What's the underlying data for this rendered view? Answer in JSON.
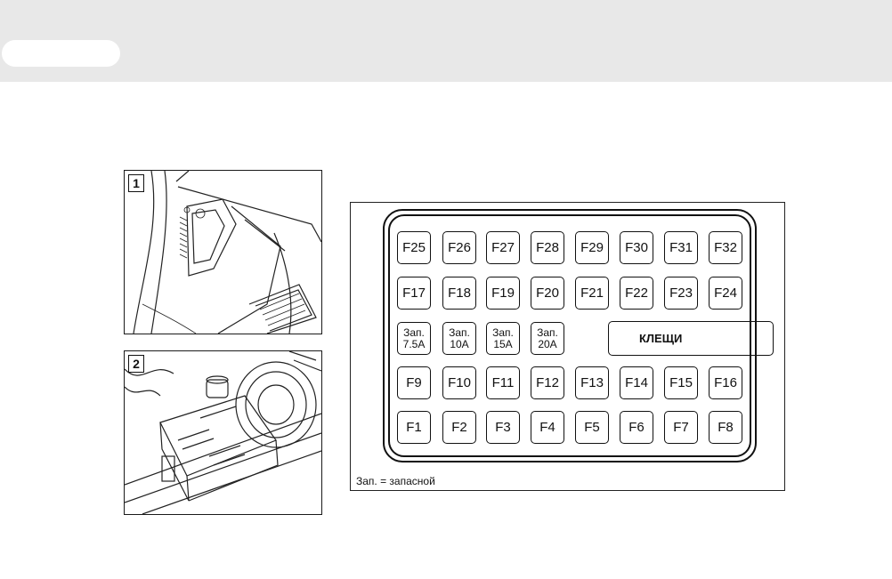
{
  "photos": [
    {
      "number": "1"
    },
    {
      "number": "2"
    }
  ],
  "fuse_rows": [
    [
      "F25",
      "F26",
      "F27",
      "F28",
      "F29",
      "F30",
      "F31",
      "F32"
    ],
    [
      "F17",
      "F18",
      "F19",
      "F20",
      "F21",
      "F22",
      "F23",
      "F24"
    ],
    [
      "F9",
      "F10",
      "F11",
      "F12",
      "F13",
      "F14",
      "F15",
      "F16"
    ],
    [
      "F1",
      "F2",
      "F3",
      "F4",
      "F5",
      "F6",
      "F7",
      "F8"
    ]
  ],
  "spare_fuses": [
    {
      "label": "Зап.",
      "rating": "7.5A"
    },
    {
      "label": "Зап.",
      "rating": "10A"
    },
    {
      "label": "Зап.",
      "rating": "15A"
    },
    {
      "label": "Зап.",
      "rating": "20A"
    }
  ],
  "tweezers_label": "КЛЕЩИ",
  "legend": "Зап. = запасной"
}
